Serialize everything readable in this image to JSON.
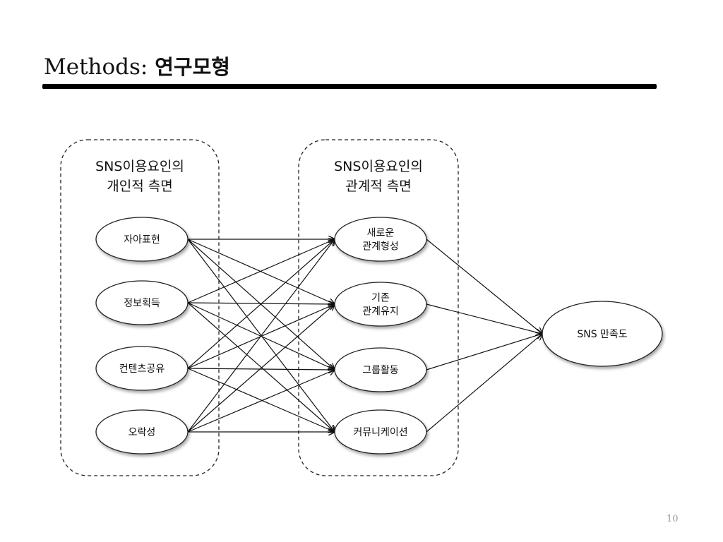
{
  "slide": {
    "title_prefix": "Methods:",
    "title_main": "연구모형",
    "page_number": "10"
  },
  "groups": [
    {
      "id": "personal",
      "title_lines": [
        "SNS이용요인의",
        "개인적 측면"
      ]
    },
    {
      "id": "relational",
      "title_lines": [
        "SNS이용요인의",
        "관계적 측면"
      ]
    }
  ],
  "left_nodes": [
    {
      "id": "self",
      "lines": [
        "자아표현"
      ]
    },
    {
      "id": "info",
      "lines": [
        "정보획득"
      ]
    },
    {
      "id": "content",
      "lines": [
        "컨텐츠공유"
      ]
    },
    {
      "id": "fun",
      "lines": [
        "오락성"
      ]
    }
  ],
  "middle_nodes": [
    {
      "id": "new",
      "lines": [
        "새로운",
        "관계형성"
      ]
    },
    {
      "id": "keep",
      "lines": [
        "기존",
        "관계유지"
      ]
    },
    {
      "id": "group",
      "lines": [
        "그룹활동"
      ]
    },
    {
      "id": "comm",
      "lines": [
        "커뮤니케이션"
      ]
    }
  ],
  "outcome_node": {
    "id": "satisfaction",
    "lines": [
      "SNS 만족도"
    ]
  },
  "edges": "every left node connects to every middle node; every middle node connects to the outcome node"
}
